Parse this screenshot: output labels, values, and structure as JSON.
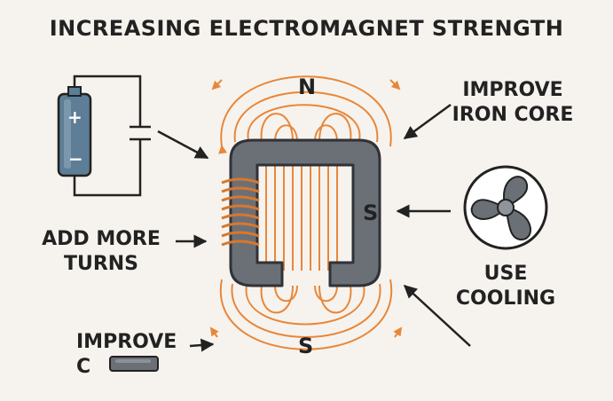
{
  "title": "INCREASING ELECTROMAGNET STRENGTH",
  "labels": {
    "improve_iron_core": [
      "IMPROVE",
      "IRON CORE"
    ],
    "add_more_turns": [
      "ADD MORE",
      "TURNS"
    ],
    "use_cooling": [
      "USE",
      "COOLING"
    ],
    "improve_c": [
      "IMPROVE",
      "C"
    ]
  },
  "poles": {
    "top": "N",
    "bottom": "S",
    "right": "S"
  },
  "battery": {
    "plus": "+",
    "minus": "−"
  },
  "colors": {
    "background": "#f6f3ee",
    "field_lines": "#e8873a",
    "coil": "#d9772d",
    "core": "#6b7077",
    "battery": "#5e7d96",
    "ink": "#222222"
  }
}
